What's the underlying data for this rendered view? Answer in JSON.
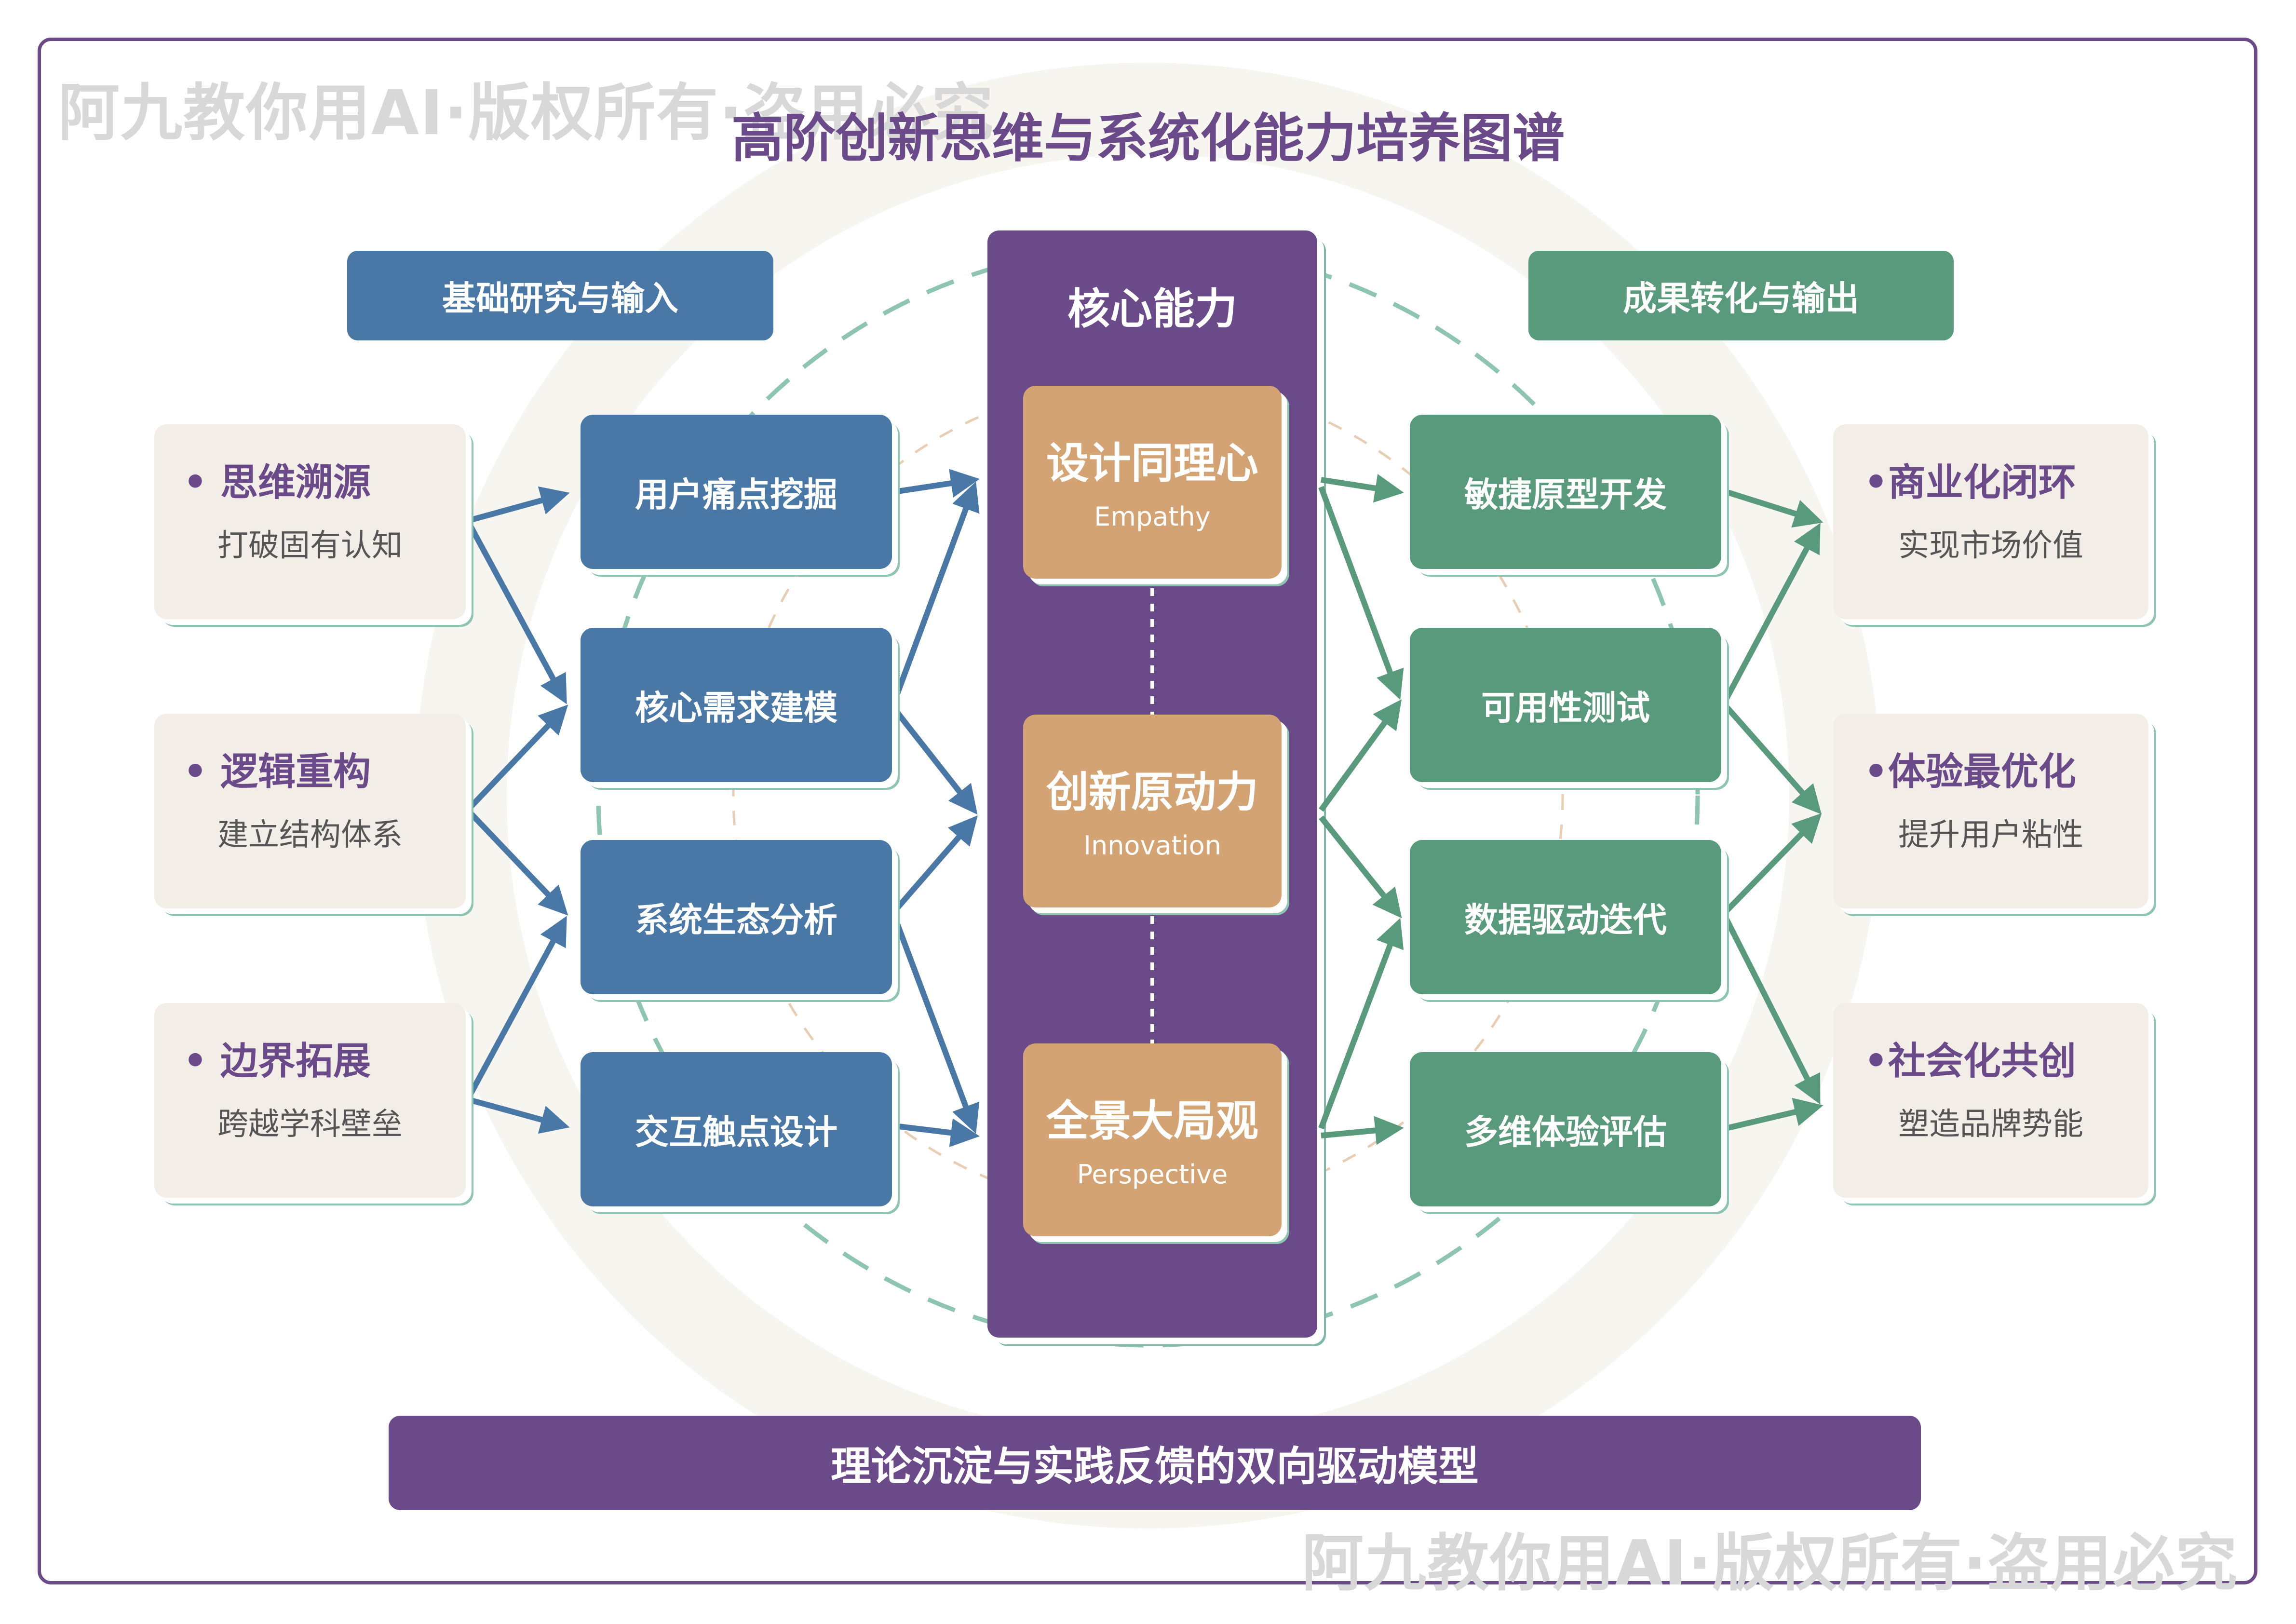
{
  "watermark": "阿九教你用AI·版权所有·盗用必究",
  "title": "高阶创新思维与系统化能力培养图谱",
  "left_header": "基础研究与输入",
  "right_header": "成果转化与输出",
  "core": {
    "title": "核心能力",
    "items": [
      {
        "name": "设计同理心",
        "en": "Empathy"
      },
      {
        "name": "创新原动力",
        "en": "Innovation"
      },
      {
        "name": "全景大局观",
        "en": "Perspective"
      }
    ]
  },
  "sources": [
    {
      "title": "•  思维溯源",
      "sub": "打破固有认知"
    },
    {
      "title": "•  逻辑重构",
      "sub": "建立结构体系"
    },
    {
      "title": "•  边界拓展",
      "sub": "跨越学科壁垒"
    }
  ],
  "research": [
    "用户痛点挖掘",
    "核心需求建模",
    "系统生态分析",
    "交互触点设计"
  ],
  "deliver": [
    "敏捷原型开发",
    "可用性测试",
    "数据驱动迭代",
    "多维体验评估"
  ],
  "outcomes": [
    {
      "title": "•商业化闭环",
      "sub": "实现市场价值"
    },
    {
      "title": "•体验最优化",
      "sub": "提升用户粘性"
    },
    {
      "title": "•社会化共创",
      "sub": "塑造品牌势能"
    }
  ],
  "footer": "理论沉淀与实践反馈的双向驱动模型",
  "colors": {
    "purple": "#6b4a8a",
    "blue": "#4a78a6",
    "green": "#5a9a7c",
    "tan": "#d4a373",
    "cream": "#f2ede6"
  }
}
